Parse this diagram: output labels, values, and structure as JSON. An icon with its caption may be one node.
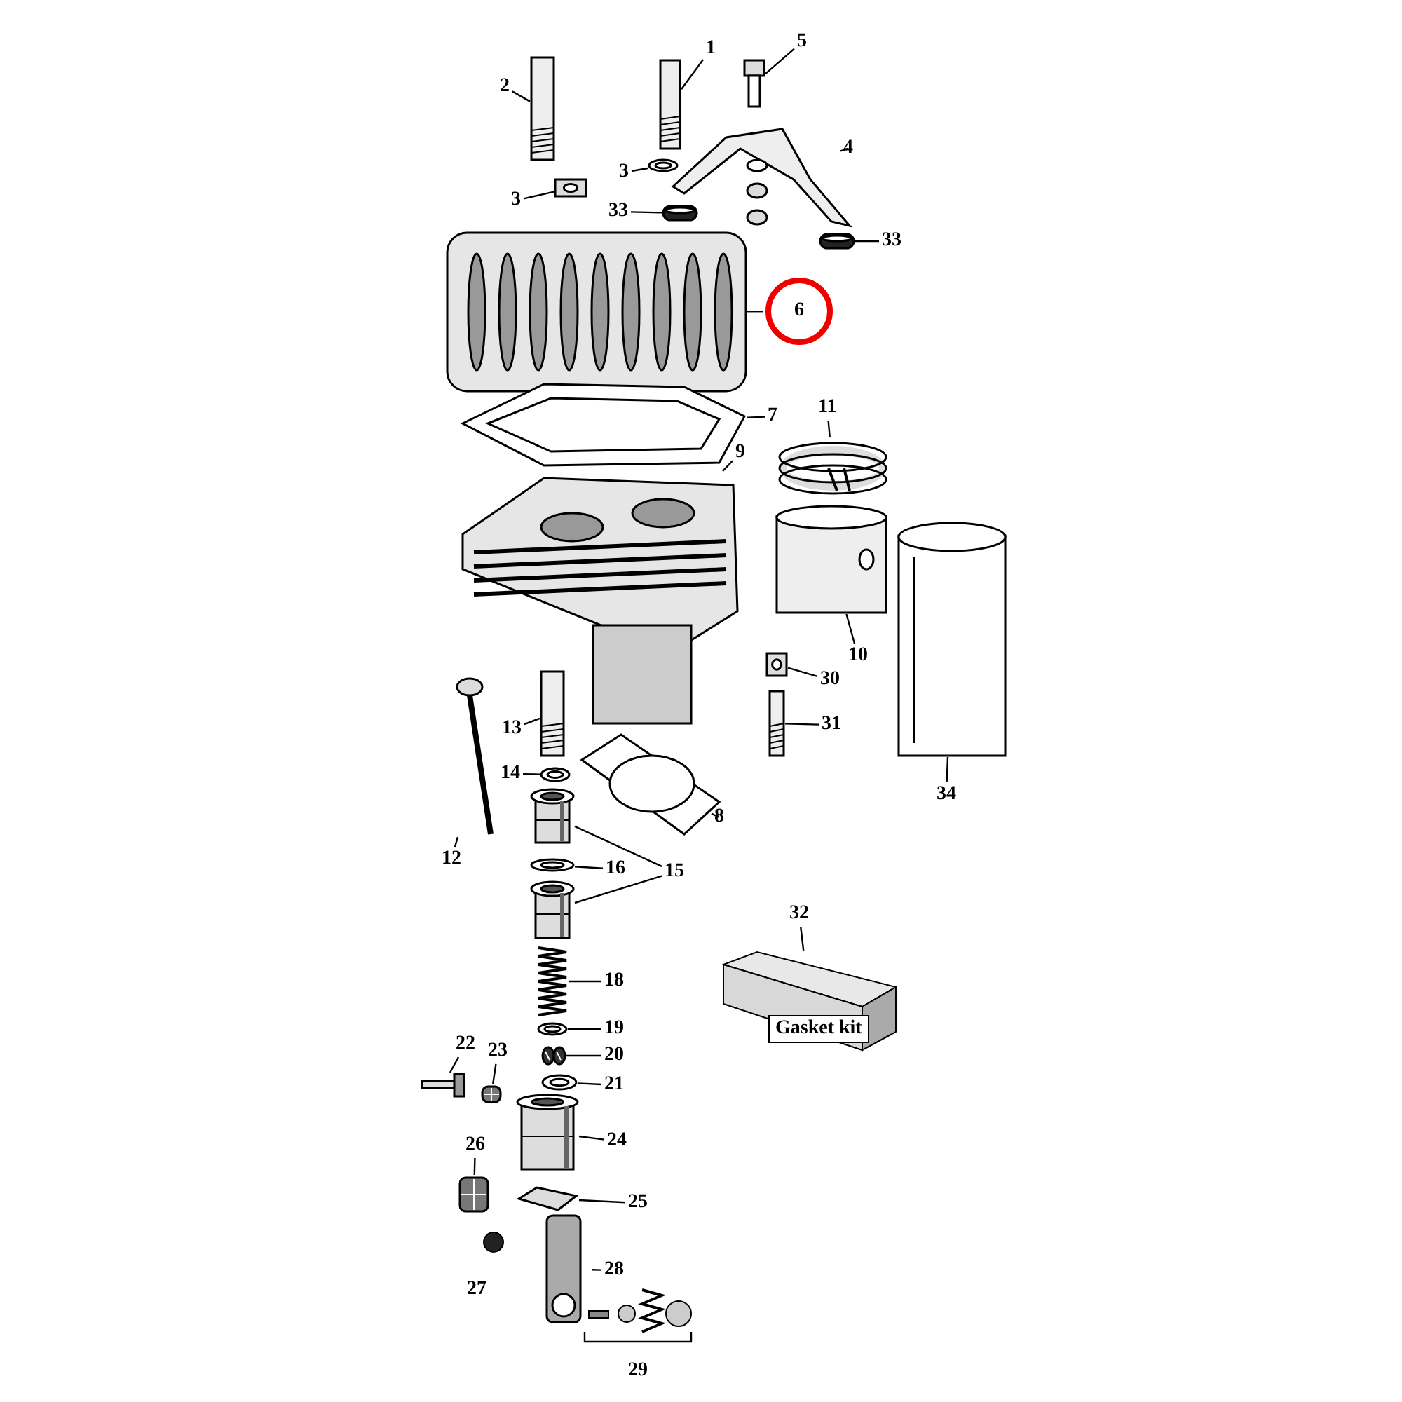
{
  "diagram": {
    "nodes": [
      {
        "text": [
          "2"
        ]
      },
      {
        "text": [],
        "shape": "picture"
      },
      {
        "text": [
          "1"
        ]
      },
      {
        "text": [],
        "shape": "picture"
      },
      {
        "text": [
          "5"
        ]
      },
      {
        "text": [],
        "shape": "picture"
      },
      {
        "text": [
          "4"
        ]
      },
      {
        "text": [],
        "shape": "picture"
      },
      {
        "text": [
          "3"
        ]
      },
      {
        "text": [],
        "shape": "picture"
      },
      {
        "text": [
          "3"
        ]
      },
      {
        "text": [],
        "shape": "picture"
      },
      {
        "text": [
          "33"
        ]
      },
      {
        "text": [],
        "shape": "picture"
      },
      {
        "text": [
          "33"
        ]
      },
      {
        "text": [],
        "shape": "picture"
      },
      {
        "text": [
          "6"
        ]
      },
      {
        "text": [],
        "shape": "picture"
      },
      {
        "text": [
          "7"
        ]
      },
      {
        "text": [],
        "shape": "picture"
      },
      {
        "text": [
          "11"
        ]
      },
      {
        "text": [],
        "shape": "picture"
      },
      {
        "text": [
          "9"
        ]
      },
      {
        "text": [],
        "shape": "picture"
      },
      {
        "text": [
          "10"
        ]
      },
      {
        "text": [],
        "shape": "picture"
      },
      {
        "text": [
          "30"
        ]
      },
      {
        "text": [],
        "shape": "picture"
      },
      {
        "text": [
          "31"
        ]
      },
      {
        "text": [],
        "shape": "picture"
      },
      {
        "text": [
          "34"
        ]
      },
      {
        "text": [],
        "shape": "picture"
      },
      {
        "text": [
          "13"
        ]
      },
      {
        "text": [],
        "shape": "picture"
      },
      {
        "text": [
          "14"
        ]
      },
      {
        "text": [],
        "shape": "picture"
      },
      {
        "text": [
          "8"
        ]
      },
      {
        "text": [],
        "shape": "picture"
      },
      {
        "text": [
          "12"
        ]
      },
      {
        "text": [],
        "shape": "picture"
      },
      {
        "text": [
          "15"
        ]
      },
      {
        "text": [],
        "shape": "picture"
      },
      {
        "text": [],
        "shape": "picture"
      },
      {
        "text": [
          "16"
        ]
      },
      {
        "text": [],
        "shape": "picture"
      },
      {
        "text": [
          "32"
        ]
      },
      {
        "text": [
          "Gasket kit"
        ]
      },
      {
        "text": [
          "18"
        ]
      },
      {
        "text": [],
        "shape": "picture"
      },
      {
        "text": [
          "19"
        ]
      },
      {
        "text": [],
        "shape": "picture"
      },
      {
        "text": [
          "20"
        ]
      },
      {
        "text": [],
        "shape": "picture"
      },
      {
        "text": [
          "21"
        ]
      },
      {
        "text": [],
        "shape": "picture"
      },
      {
        "text": [
          "22"
        ]
      },
      {
        "text": [],
        "shape": "picture"
      },
      {
        "text": [
          "23"
        ]
      },
      {
        "text": [],
        "shape": "picture"
      },
      {
        "text": [
          "24"
        ]
      },
      {
        "text": [],
        "shape": "picture"
      },
      {
        "text": [
          "26"
        ]
      },
      {
        "text": [],
        "shape": "picture"
      },
      {
        "text": [
          "25"
        ]
      },
      {
        "text": [],
        "shape": "picture"
      },
      {
        "text": [
          "28"
        ]
      },
      {
        "text": [],
        "shape": "picture"
      }
    ],
    "edges": [
      {
        "from": 0,
        "to": 1,
        "arrow": "none"
      },
      {
        "from": 2,
        "to": 3,
        "arrow": "none"
      },
      {
        "from": 4,
        "to": 5,
        "arrow": "none"
      },
      {
        "from": 6,
        "to": 7,
        "arrow": "none"
      },
      {
        "from": 8,
        "to": 9,
        "arrow": "none"
      },
      {
        "from": 10,
        "to": 11,
        "arrow": "none"
      },
      {
        "from": 12,
        "to": 13,
        "arrow": "none"
      },
      {
        "from": 14,
        "to": 15,
        "arrow": "none"
      },
      {
        "from": 16,
        "to": 17,
        "arrow": "none"
      },
      {
        "from": 18,
        "to": 19,
        "arrow": "none"
      },
      {
        "from": 20,
        "to": 21,
        "arrow": "none"
      },
      {
        "from": 22,
        "to": 23,
        "arrow": "none"
      },
      {
        "from": 24,
        "to": 25,
        "arrow": "none"
      },
      {
        "from": 26,
        "to": 27,
        "arrow": "none"
      },
      {
        "from": 28,
        "to": 29,
        "arrow": "none"
      },
      {
        "from": 30,
        "to": 31,
        "arrow": "none"
      },
      {
        "from": 32,
        "to": 33,
        "arrow": "none"
      },
      {
        "from": 34,
        "to": 35,
        "arrow": "none"
      },
      {
        "from": 36,
        "to": 37,
        "arrow": "none"
      },
      {
        "from": 38,
        "to": 39,
        "arrow": "none"
      },
      {
        "from": 40,
        "to": 41,
        "arrow": "none"
      },
      {
        "from": 40,
        "to": 42,
        "arrow": "none"
      },
      {
        "from": 43,
        "to": 44,
        "arrow": "none"
      },
      {
        "from": 45,
        "to": 46,
        "arrow": "none"
      },
      {
        "from": 47,
        "to": 48,
        "arrow": "none"
      },
      {
        "from": 49,
        "to": 50,
        "arrow": "none"
      },
      {
        "from": 51,
        "to": 52,
        "arrow": "none"
      },
      {
        "from": 53,
        "to": 54,
        "arrow": "none"
      },
      {
        "from": 55,
        "to": 56,
        "arrow": "none"
      },
      {
        "from": 57,
        "to": 58,
        "arrow": "none"
      },
      {
        "from": 59,
        "to": 60,
        "arrow": "none"
      },
      {
        "from": 61,
        "to": 62,
        "arrow": "none"
      },
      {
        "from": 63,
        "to": 64,
        "arrow": "none"
      },
      {
        "from": 65,
        "to": 66,
        "arrow": "none"
      }
    ],
    "labels": [
      "27",
      "29"
    ]
  }
}
